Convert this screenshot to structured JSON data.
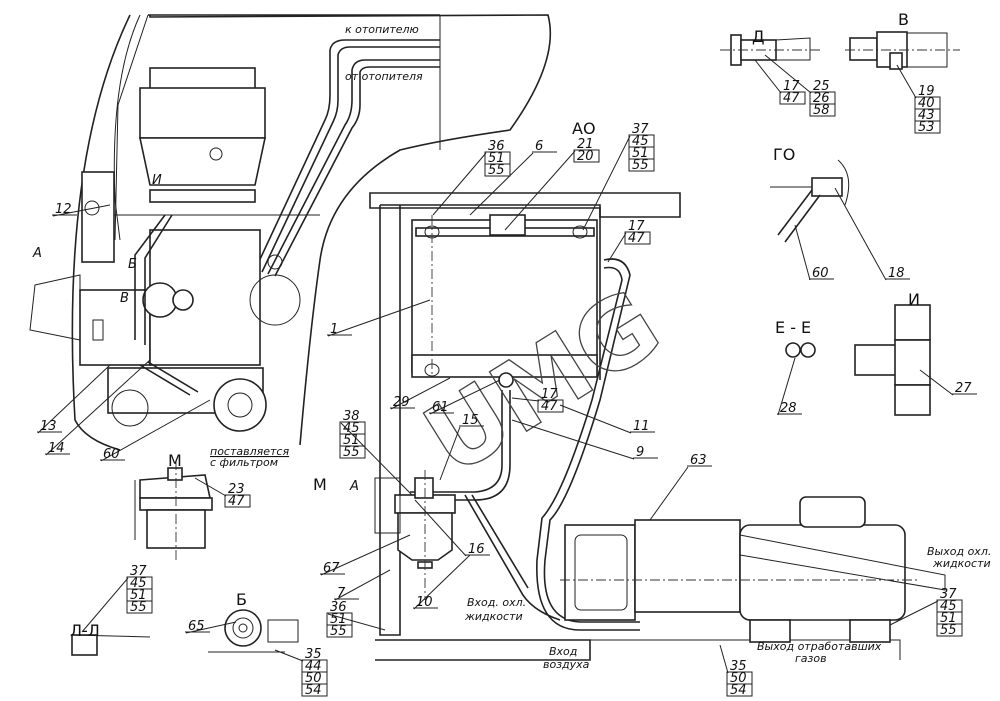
{
  "watermark": "UMG",
  "notes": {
    "to_heater": "к отопителю",
    "from_heater": "от отопителя",
    "supplied_line1": "поставляется",
    "supplied_line2": "с фильтром",
    "coolant_in_line1": "Вход. охл.",
    "coolant_in_line2": "жидкости",
    "air_in_line1": "Вход",
    "air_in_line2": "воздуха",
    "exhaust_out_line1": "Выход отработавших",
    "exhaust_out_line2": "газов",
    "coolant_out_line1": "Выход охл.",
    "coolant_out_line2": "жидкости"
  },
  "views": {
    "d": "Д",
    "v": "В",
    "ao": "АО",
    "go": "ГО",
    "i": "И",
    "ee": "Е - Е",
    "i_left": "И",
    "a_left": "А",
    "b_left": "Б",
    "v_left": "В",
    "m_view": "М",
    "m_arrow": "М",
    "a_arrow": "А",
    "ll": "Л-Л",
    "b_view": "Б"
  },
  "callouts": [
    [
      "12"
    ],
    [
      "13"
    ],
    [
      "14"
    ],
    [
      "60"
    ],
    [
      "1"
    ],
    [
      "6"
    ],
    [
      "36",
      "51",
      "55"
    ],
    [
      "21",
      "20"
    ],
    [
      "37",
      "45",
      "51",
      "55"
    ],
    [
      "17",
      "47"
    ],
    [
      "29"
    ],
    [
      "61"
    ],
    [
      "17",
      "47"
    ],
    [
      "11"
    ],
    [
      "9"
    ],
    [
      "15"
    ],
    [
      "38",
      "45",
      "51",
      "55"
    ],
    [
      "16"
    ],
    [
      "67"
    ],
    [
      "10"
    ],
    [
      "7"
    ],
    [
      "36",
      "51",
      "55"
    ],
    [
      "63"
    ],
    [
      "37",
      "45",
      "51",
      "55"
    ],
    [
      "35",
      "50",
      "54"
    ],
    [
      "23",
      "47"
    ],
    [
      "37",
      "45",
      "51",
      "55"
    ],
    [
      "65"
    ],
    [
      "35",
      "44",
      "50",
      "54"
    ],
    [
      "17",
      "47"
    ],
    [
      "25",
      "26",
      "58"
    ],
    [
      "19",
      "40",
      "43",
      "53"
    ],
    [
      "60"
    ],
    [
      "18"
    ],
    [
      "28"
    ],
    [
      "27"
    ]
  ]
}
